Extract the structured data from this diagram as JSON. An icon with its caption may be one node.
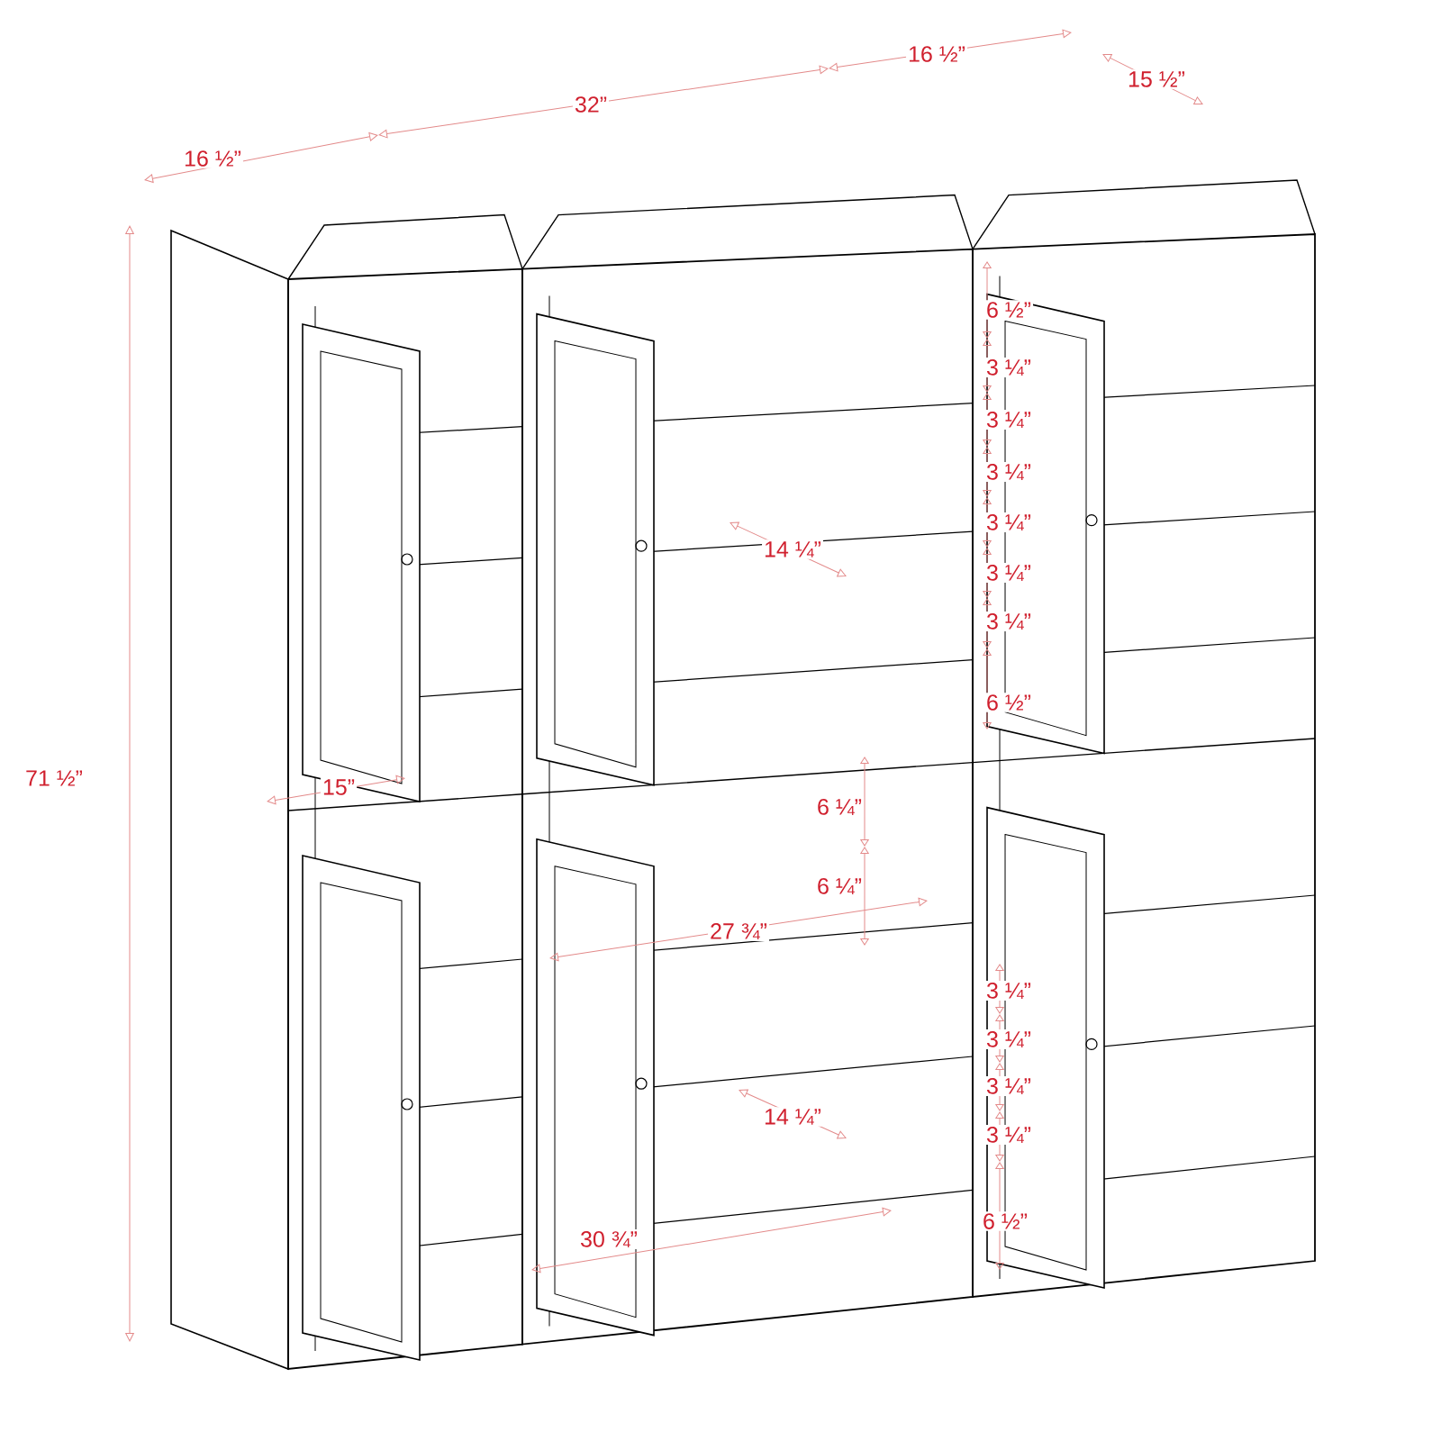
{
  "diagram": {
    "labels": [
      "16 ½”",
      "15 ½”",
      "32”",
      "16 ½”",
      "6 ½”",
      "3 ¼”",
      "3 ¼”",
      "3 ¼”",
      "3 ¼”",
      "3 ¼”",
      "3 ¼”",
      "14 ¼”",
      "6 ½”",
      "71 ½”",
      "15”",
      "6 ¼”",
      "6 ¼”",
      "27 ¾”",
      "3 ¼”",
      "3 ¼”",
      "3 ¼”",
      "3 ¼”",
      "14 ¼”",
      "6 ½”",
      "30 ¾”"
    ]
  }
}
